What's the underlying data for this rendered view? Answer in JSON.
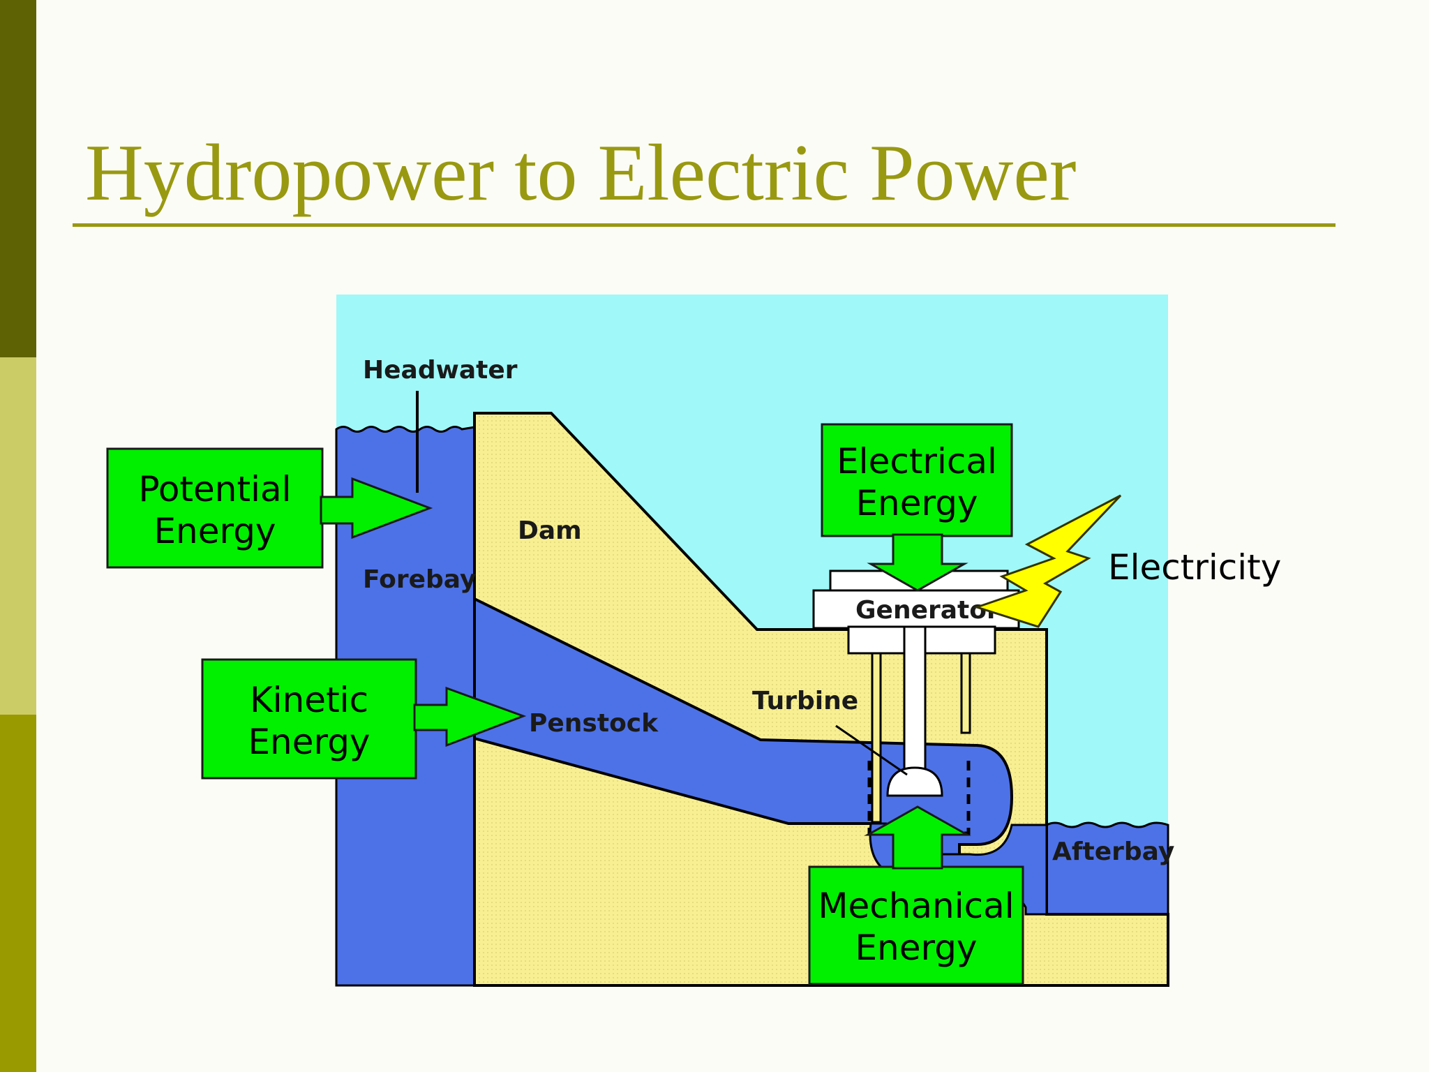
{
  "title": "Hydropower to Electric Power",
  "colors": {
    "title": "#999911",
    "bar_dark": "#5f6105",
    "bar_light": "#cccc66",
    "bar_mid": "#999900",
    "sky": "#a0f8f8",
    "water": "#4d72e8",
    "earth": "#f8ef92",
    "energy_box": "#00f000",
    "bolt": "#ffff00"
  },
  "diagram": {
    "labels": {
      "headwater": "Headwater",
      "dam": "Dam",
      "forebay": "Forebay",
      "penstock": "Penstock",
      "turbine": "Turbine",
      "generator": "Generator",
      "afterbay": "Afterbay"
    },
    "electricity": "Electricity",
    "energy": {
      "potential": [
        "Potential",
        "Energy"
      ],
      "kinetic": [
        "Kinetic",
        "Energy"
      ],
      "electrical": [
        "Electrical",
        "Energy"
      ],
      "mechanical": [
        "Mechanical",
        "Energy"
      ]
    }
  }
}
